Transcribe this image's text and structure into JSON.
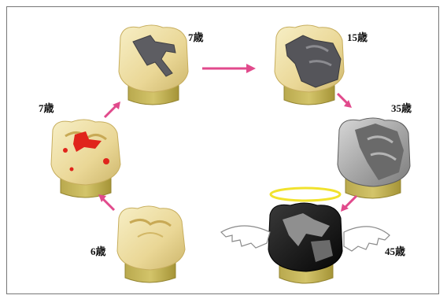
{
  "labels": {
    "age_6": "6歳",
    "age_7_left": "7歳",
    "age_7_top": "7歳",
    "age_15": "15歳",
    "age_35": "35歳",
    "age_45": "45歳"
  },
  "colors": {
    "enamel": "#eee2a8",
    "enamel_shade": "#d7c27a",
    "root": "#c8b95c",
    "root_shade": "#a99a3e",
    "caries": "#e0241b",
    "filling": "#5d5d62",
    "filling_light": "#8b8b90",
    "crown_gray": "#7b7b7b",
    "crown_light": "#c9c9c9",
    "crown_black": "#151515",
    "arrow": "#e14a8c",
    "halo": "#f1e22d"
  },
  "icons": {
    "arrow": "arrow-icon",
    "halo": "halo-icon",
    "wing": "wing-icon"
  }
}
